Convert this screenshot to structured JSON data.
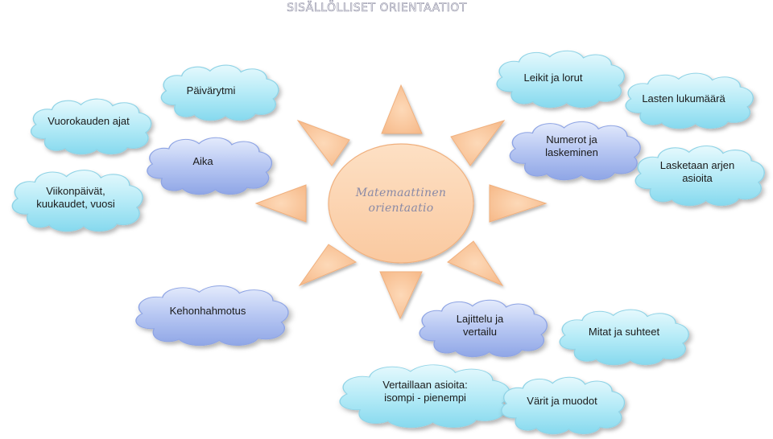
{
  "title": "SISÄLLÖLLISET ORIENTAATIOT",
  "center": {
    "line1": "Matemaattinen",
    "line2": "orientaatio"
  },
  "clouds": {
    "paivarytmi": "Päivärytmi",
    "vuorokauden": "Vuorokauden ajat",
    "aika": "Aika",
    "viikonpaivat_1": "Viikonpäivät,",
    "viikonpaivat_2": "kuukaudet, vuosi",
    "leikit": "Leikit ja lorut",
    "lasten": "Lasten lukumäärä",
    "numerot_1": "Numerot ja",
    "numerot_2": "laskeminen",
    "lasketaan_1": "Lasketaan arjen",
    "lasketaan_2": "asioita",
    "kehonhahmotus": "Kehonhahmotus",
    "lajittelu_1": "Lajittelu ja",
    "lajittelu_2": "vertailu",
    "mitat": "Mitat ja suhteet",
    "vertaillaan_1": "Vertaillaan asioita:",
    "vertaillaan_2": "isompi - pienempi",
    "varit": "Värit ja muodot"
  },
  "colors": {
    "sun_fill": "#fbd0a8",
    "sun_stroke": "#f3b886",
    "cloud_cyan": "#b9ecf7",
    "cloud_blue": "#b7c7f2"
  }
}
